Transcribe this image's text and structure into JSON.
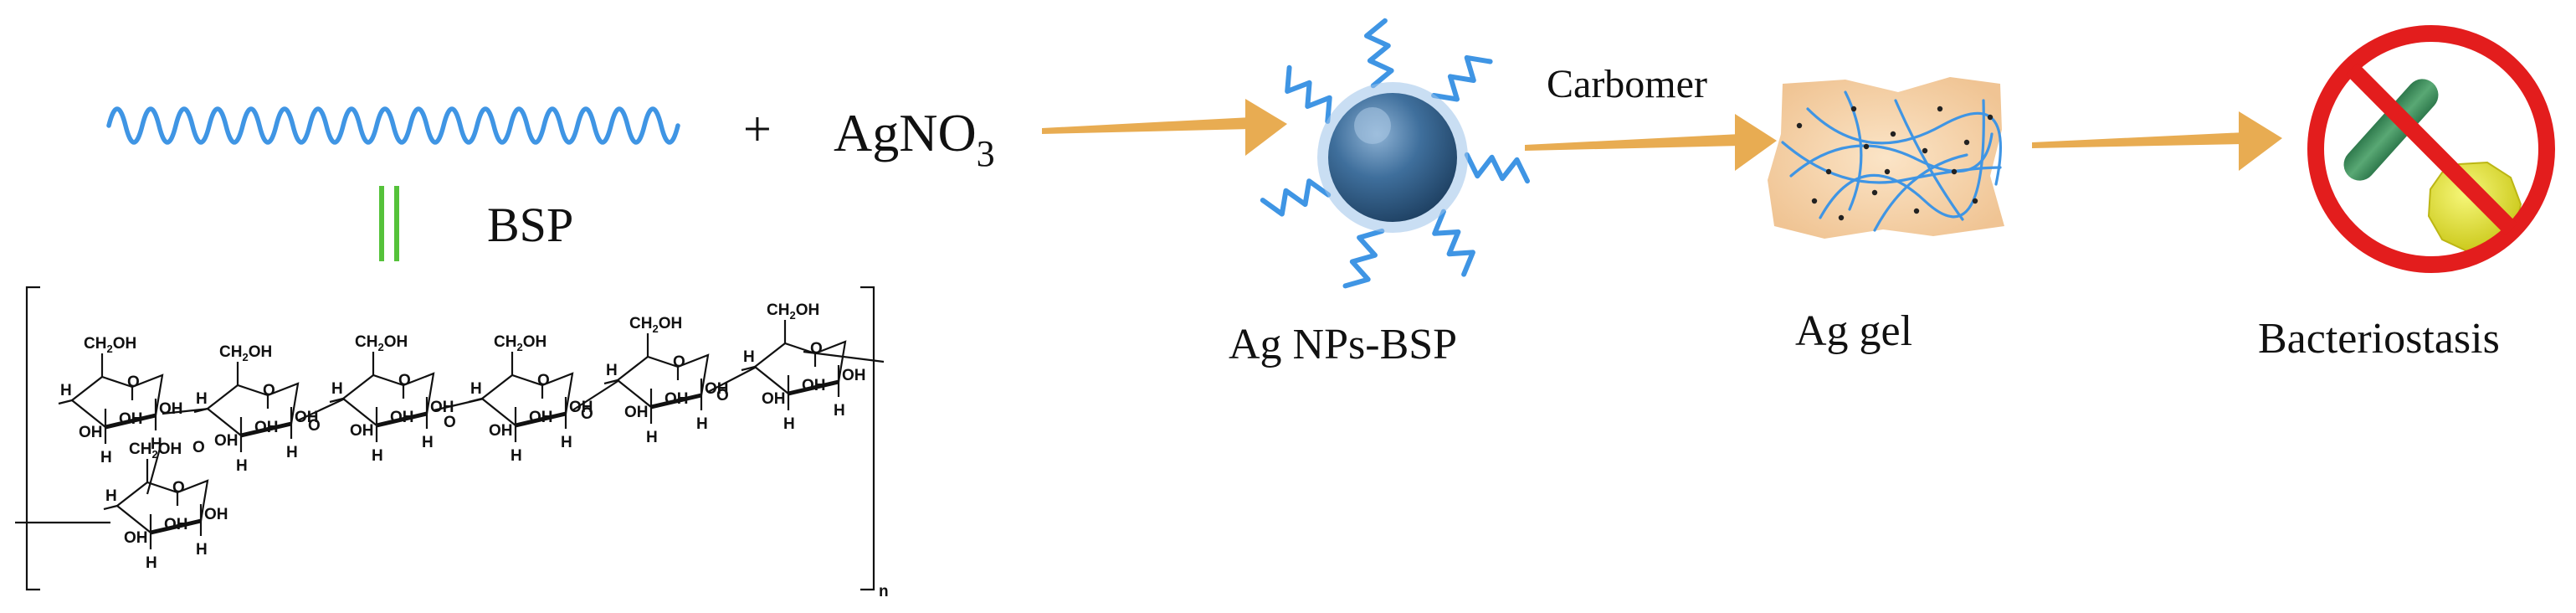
{
  "reagents": {
    "polymer_label": "BSP",
    "plus": "+",
    "silver_salt": "AgNO",
    "silver_salt_subscript": "3"
  },
  "steps": [
    {
      "label": "Ag NPs-BSP"
    },
    {
      "label": "Ag gel",
      "arrow_label": "Carbomer"
    },
    {
      "label": "Bacteriostasis"
    }
  ],
  "structure": {
    "repeat_subscript": "n",
    "groups": {
      "ch2oh": "CH",
      "ch2oh_sub": "2",
      "ch2oh_end": "OH",
      "oh": "OH",
      "h": "H",
      "o": "O"
    }
  },
  "colors": {
    "wave": "#3f95e4",
    "equals": "#55c23a",
    "arrow": "#e8ac52",
    "nanoparticle": "#2e587f",
    "gel": "#f0c79a",
    "no_sign": "#e31d1d",
    "bacillus": "#3f8a5a",
    "coccus": "#e1e421"
  },
  "icons": [
    "wave-chain",
    "nanoparticle-icon",
    "gel-icon",
    "no-bacteria-icon"
  ]
}
